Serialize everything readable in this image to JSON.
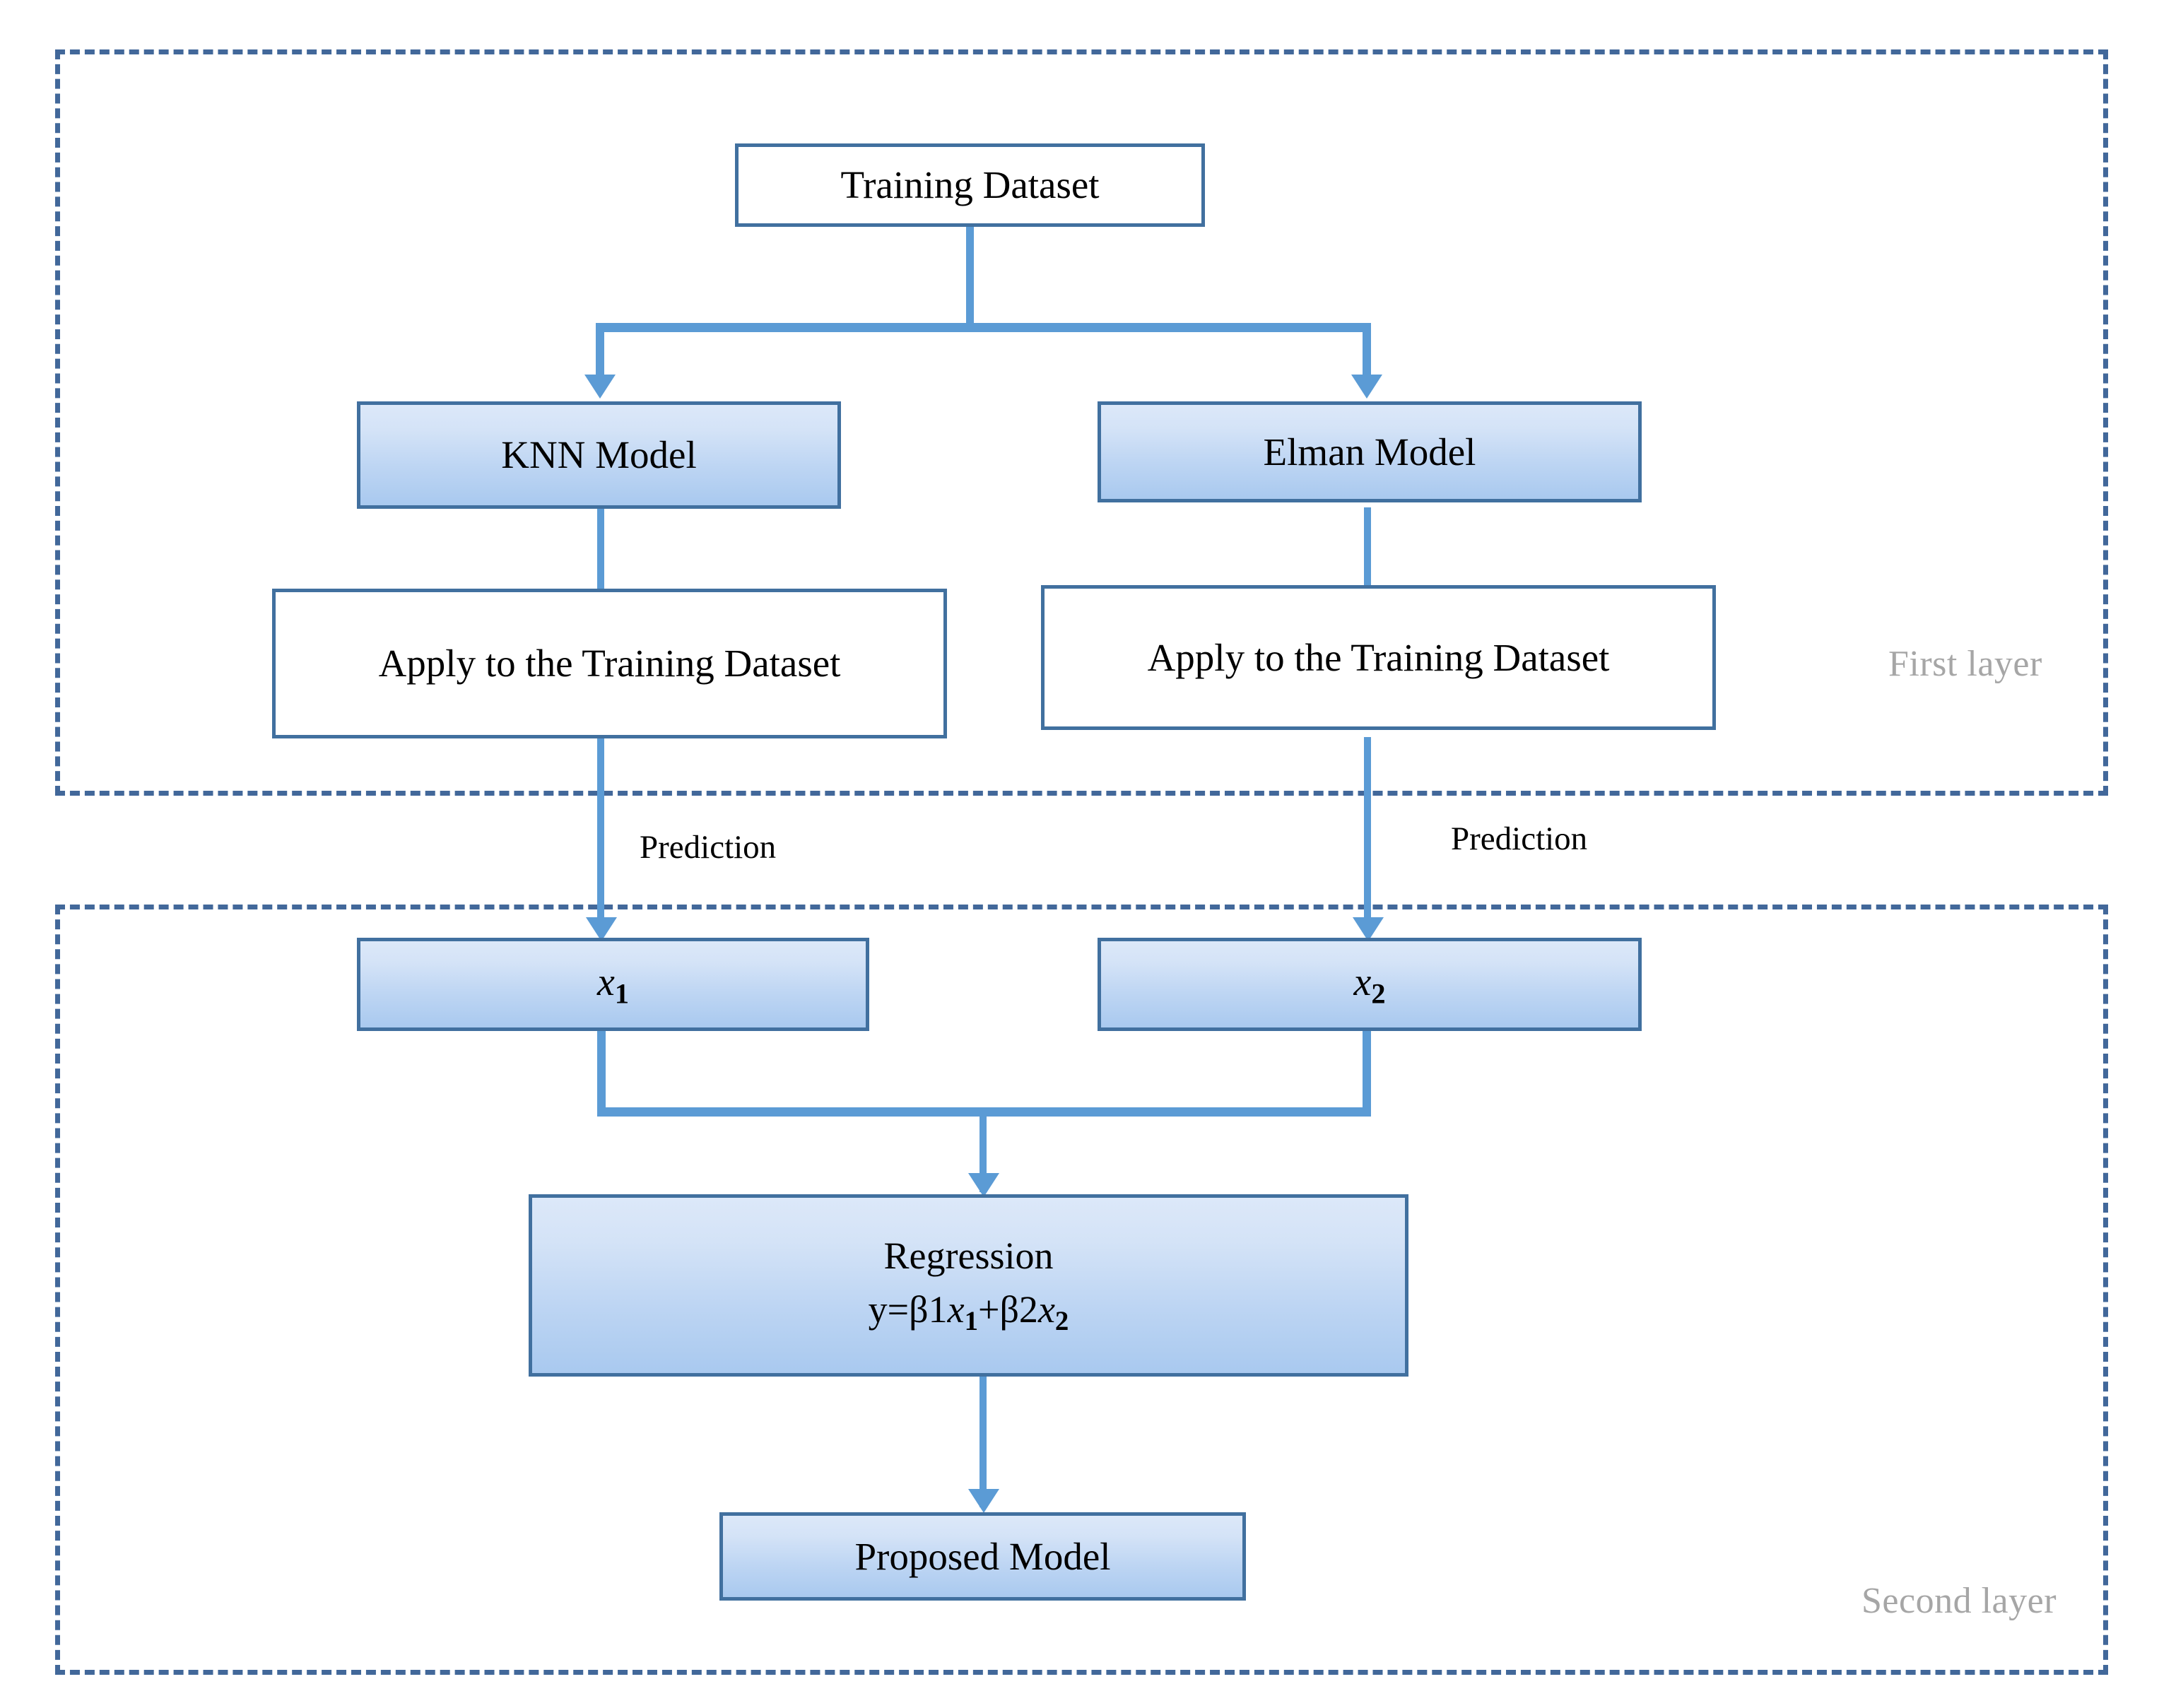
{
  "diagram": {
    "title_present": false,
    "colors": {
      "layer_border": "#42689a",
      "node_border": "#41709f",
      "node_fill_top": "#dce8f9",
      "node_fill_bottom": "#a9c9ef",
      "connector": "#5b9bd5",
      "layer_label_text": "#a6a6a6",
      "node_text": "#000000",
      "plain_node_fill": "#ffffff"
    },
    "layers": [
      {
        "id": "first",
        "label": "First layer"
      },
      {
        "id": "second",
        "label": "Second layer"
      }
    ],
    "nodes": {
      "training_dataset": {
        "label": "Training Dataset",
        "style": "plain"
      },
      "knn_model": {
        "label": "KNN Model",
        "style": "gradient"
      },
      "elman_model": {
        "label": "Elman Model",
        "style": "gradient"
      },
      "apply_left": {
        "label": "Apply to the Training Dataset",
        "style": "plain"
      },
      "apply_right": {
        "label": "Apply to the Training Dataset",
        "style": "plain"
      },
      "x1": {
        "label": "x",
        "subscript": "1",
        "style": "gradient"
      },
      "x2": {
        "label": "x",
        "subscript": "2",
        "style": "gradient"
      },
      "regression": {
        "line1": "Regression",
        "formula_prefix": "y=β1",
        "formula_var1": "x",
        "formula_sub1": "1",
        "formula_mid": "+β2",
        "formula_var2": "x",
        "formula_sub2": "2",
        "style": "gradient"
      },
      "proposed_model": {
        "label": "Proposed Model",
        "style": "gradient"
      }
    },
    "edge_labels": {
      "prediction_left": "Prediction",
      "prediction_right": "Prediction"
    }
  }
}
